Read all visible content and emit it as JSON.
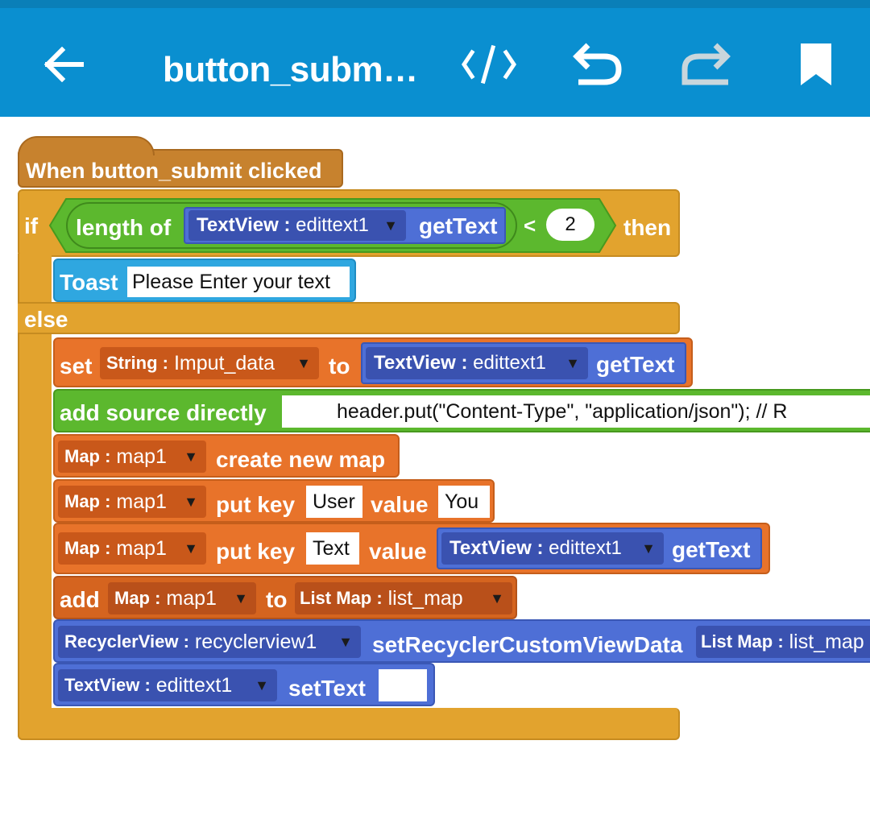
{
  "header": {
    "title": "button_subm…",
    "back_icon": "arrow-left-icon",
    "code_icon": "code-icon",
    "undo_icon": "undo-icon",
    "redo_icon": "redo-icon",
    "bookmark_icon": "bookmark-icon"
  },
  "colors": {
    "appbar": "#0a8fd0",
    "event_block": "#c7822e",
    "control_block": "#e2a32e",
    "variable_block": "#e8732a",
    "operator_block": "#5cb82e",
    "component_block": "#4e6fd6",
    "toast_block": "#2fa7e0"
  },
  "blocks": {
    "event": "When button_submit clicked",
    "if_label": "if",
    "length_of": "length of",
    "cond_type": "TextView :",
    "cond_var": "edittext1",
    "cond_method": "getText",
    "lt": "<",
    "cond_value": "2",
    "then": "then",
    "toast_label": "Toast",
    "toast_text": "Please Enter your text",
    "else_label": "else",
    "set_label": "set",
    "set_type": "String :",
    "set_var": "Imput_data",
    "to_label": "to",
    "set_src_type": "TextView :",
    "set_src_var": "edittext1",
    "set_src_method": "getText",
    "source_label": "add source directly",
    "source_code": "header.put(\"Content-Type\", \"application/json\");          // R",
    "map_type": "Map :",
    "map_var": "map1",
    "create_map": "create new map",
    "put_key": "put key",
    "key1": "User",
    "value_label": "value",
    "value1": "You",
    "key2": "Text",
    "value2_type": "TextView :",
    "value2_var": "edittext1",
    "value2_method": "getText",
    "add_label": "add",
    "add_to": "to",
    "listmap_type": "List Map :",
    "listmap_var": "list_map",
    "recycler_type": "RecyclerView :",
    "recycler_var": "recyclerview1",
    "recycler_method": "setRecyclerCustomViewData",
    "recycler_arg_type": "List Map :",
    "recycler_arg_var": "list_map",
    "settext_type": "TextView :",
    "settext_var": "edittext1",
    "settext_method": "setText",
    "settext_value": ""
  }
}
